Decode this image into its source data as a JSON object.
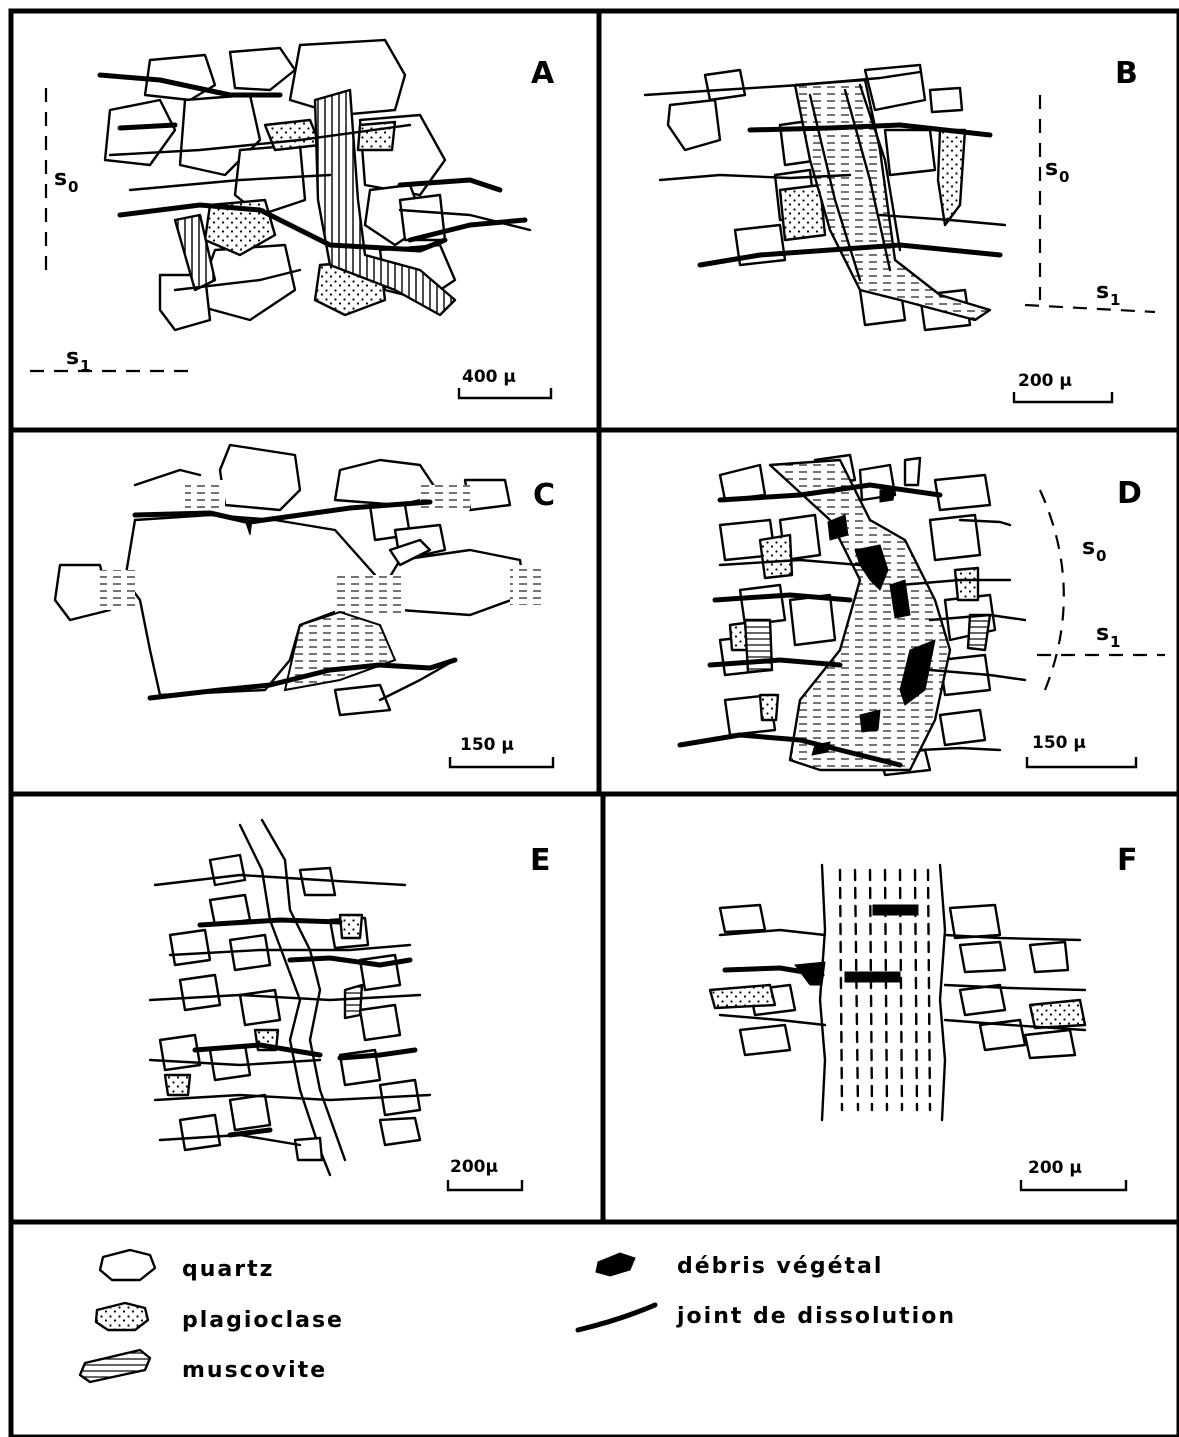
{
  "panels": {
    "A": {
      "letter": "A",
      "s0": "s",
      "s0_sub": "0",
      "s1": "s",
      "s1_sub": "1",
      "scale": "400 μ"
    },
    "B": {
      "letter": "B",
      "s0": "s",
      "s0_sub": "0",
      "s1": "s",
      "s1_sub": "1",
      "scale": "200 μ"
    },
    "C": {
      "letter": "C",
      "scale": "150 μ"
    },
    "D": {
      "letter": "D",
      "s0": "s",
      "s0_sub": "0",
      "s1": "s",
      "s1_sub": "1",
      "scale": "150 μ"
    },
    "E": {
      "letter": "E",
      "scale": "200μ"
    },
    "F": {
      "letter": "F",
      "scale": "200 μ"
    }
  },
  "legend": {
    "quartz": "quartz",
    "plagioclase": "plagioclase",
    "muscovite": "muscovite",
    "debris": "débris végétal",
    "joint": "joint de dissolution"
  }
}
